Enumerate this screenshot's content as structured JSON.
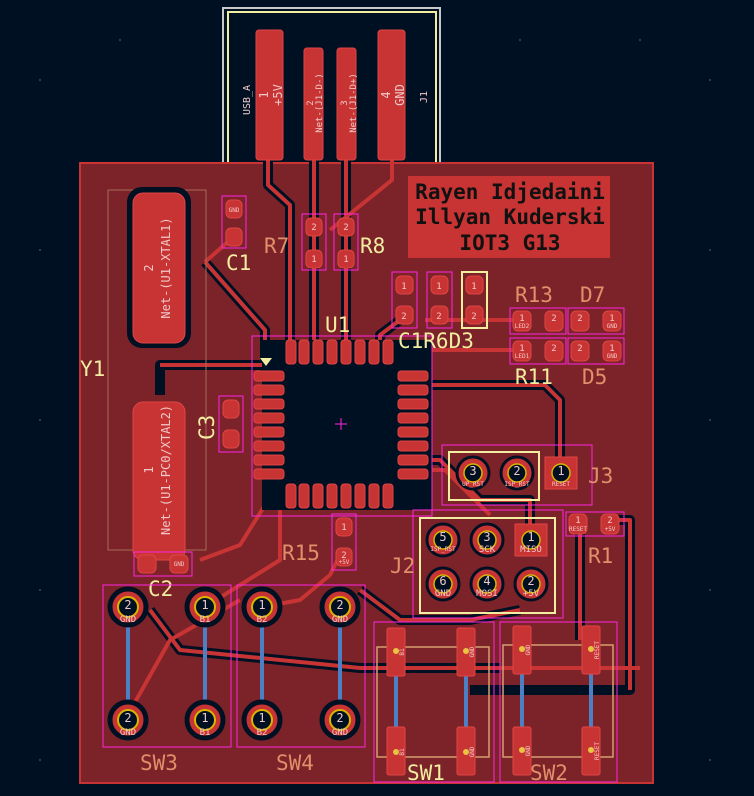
{
  "board_title": [
    "Rayen Idjedaini",
    "Illyan Kuderski",
    "IOT3 G13"
  ],
  "colors": {
    "background": "#001023",
    "copper_pour": "#7b2329",
    "copper": "#c83434",
    "silkscreen": "#f2eda1",
    "fab": "#e0906a",
    "courtyard": "#ff26e2",
    "back_copper": "#4d7fc4"
  },
  "refs": {
    "J1": "J1",
    "J1_value": "USB_A",
    "U1": "U1",
    "Y1": "Y1",
    "C1": "C1",
    "C2": "C2",
    "C3": "C3",
    "R7": "R7",
    "R8": "R8",
    "C1R6D3": "C1R6D3",
    "R13": "R13",
    "D7": "D7",
    "R11": "R11",
    "D5": "D5",
    "J3": "J3",
    "J2": "J2",
    "R1": "R1",
    "R15": "R15",
    "SW1": "SW1",
    "SW2": "SW2",
    "SW3": "SW3",
    "SW4": "SW4"
  },
  "j1_pads": [
    {
      "num": "1",
      "net": "+5V"
    },
    {
      "num": "2",
      "net": "Net-(J1-D-)"
    },
    {
      "num": "3",
      "net": "Net-(J1-D+)"
    },
    {
      "num": "4",
      "net": "GND"
    }
  ],
  "y1_pads": [
    {
      "num": "2",
      "net": "Net-(U1-XTAL1)"
    },
    {
      "num": "1",
      "net": "Net-(U1-PC0/XTAL2)"
    }
  ],
  "j3_pads": [
    {
      "num": "3",
      "net": "UP_RST"
    },
    {
      "num": "2",
      "net": "ISP_RST"
    },
    {
      "num": "1",
      "net": "RESET"
    }
  ],
  "j2_pads": [
    {
      "num": "5",
      "net": "ISP_RST"
    },
    {
      "num": "3",
      "net": "SCK"
    },
    {
      "num": "1",
      "net": "MISO"
    },
    {
      "num": "6",
      "net": "GND"
    },
    {
      "num": "4",
      "net": "MOSI"
    },
    {
      "num": "2",
      "net": "+5V"
    }
  ],
  "r1_pads": [
    {
      "num": "1",
      "net": "RESET"
    },
    {
      "num": "2",
      "net": "+5V"
    }
  ],
  "r13_pads": [
    {
      "num": "1",
      "net": "LED2"
    },
    {
      "num": "2",
      "net": ""
    }
  ],
  "r11_pads": [
    {
      "num": "1",
      "net": "LED1"
    },
    {
      "num": "2",
      "net": ""
    }
  ],
  "d7_pads": [
    {
      "num": "2",
      "net": ""
    },
    {
      "num": "1",
      "net": "GND"
    }
  ],
  "d5_pads": [
    {
      "num": "2",
      "net": ""
    },
    {
      "num": "1",
      "net": "GND"
    }
  ],
  "sw_tht": [
    {
      "num": "2",
      "net": "GND"
    },
    {
      "num": "1",
      "net": "B1"
    },
    {
      "num": "1",
      "net": "B2"
    },
    {
      "num": "2",
      "net": "GND"
    },
    {
      "num": "2",
      "net": "GND"
    },
    {
      "num": "1",
      "net": "B1"
    },
    {
      "num": "1",
      "net": "B2"
    },
    {
      "num": "2",
      "net": "GND"
    }
  ],
  "sw_smd": [
    "B1",
    "GND",
    "GND",
    "RESET"
  ],
  "small_pads": {
    "gnd": "GND",
    "one": "1",
    "two": "2",
    "plus5": "+5V"
  }
}
